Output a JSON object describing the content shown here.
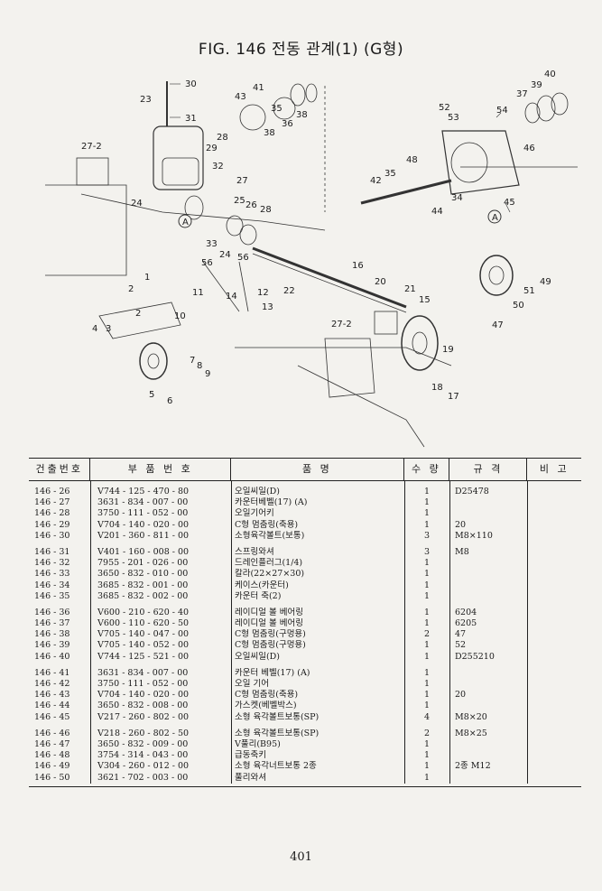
{
  "title": "FIG. 146 전동 관계(1) (G형)",
  "page_number": "401",
  "table": {
    "headers": [
      "건출번호",
      "부 품 번 호",
      "품 명",
      "수 량",
      "규 격",
      "비 고"
    ],
    "groups": [
      [
        {
          "no": "146 - 26",
          "part": "V744 - 125 - 470 - 80",
          "name": "오일씨일(D)",
          "qty": "1",
          "spec": "D25478",
          "note": ""
        },
        {
          "no": "146 - 27",
          "part": "3631 - 834 - 007 - 00",
          "name": "카운터베벨(17) (A)",
          "qty": "1",
          "spec": "",
          "note": ""
        },
        {
          "no": "146 - 28",
          "part": "3750 - 111 - 052 - 00",
          "name": "오일기어키",
          "qty": "1",
          "spec": "",
          "note": ""
        },
        {
          "no": "146 - 29",
          "part": "V704 - 140 - 020 - 00",
          "name": "C형 멈춤링(축용)",
          "qty": "1",
          "spec": "20",
          "note": ""
        },
        {
          "no": "146 - 30",
          "part": "V201 - 360 - 811 - 00",
          "name": "소형육각볼트(보통)",
          "qty": "3",
          "spec": "M8×110",
          "note": ""
        }
      ],
      [
        {
          "no": "146 - 31",
          "part": "V401 - 160 - 008 - 00",
          "name": "스프링와셔",
          "qty": "3",
          "spec": "M8",
          "note": ""
        },
        {
          "no": "146 - 32",
          "part": "7955 - 201 - 026 - 00",
          "name": "드레인플러그(1/4)",
          "qty": "1",
          "spec": "",
          "note": ""
        },
        {
          "no": "146 - 33",
          "part": "3650 - 832 - 010 - 00",
          "name": "칼라(22×27×30)",
          "qty": "1",
          "spec": "",
          "note": ""
        },
        {
          "no": "146 - 34",
          "part": "3685 - 832 - 001 - 00",
          "name": "케이스(카운터)",
          "qty": "1",
          "spec": "",
          "note": ""
        },
        {
          "no": "146 - 35",
          "part": "3685 - 832 - 002 - 00",
          "name": "카운터 축(2)",
          "qty": "1",
          "spec": "",
          "note": ""
        }
      ],
      [
        {
          "no": "146 - 36",
          "part": "V600 - 210 - 620 - 40",
          "name": "레이디얼 볼 베어링",
          "qty": "1",
          "spec": "6204",
          "note": ""
        },
        {
          "no": "146 - 37",
          "part": "V600 - 110 - 620 - 50",
          "name": "레이디얼 볼 베어링",
          "qty": "1",
          "spec": "6205",
          "note": ""
        },
        {
          "no": "146 - 38",
          "part": "V705 - 140 - 047 - 00",
          "name": "C형 멈춤링(구멍용)",
          "qty": "2",
          "spec": "47",
          "note": ""
        },
        {
          "no": "146 - 39",
          "part": "V705 - 140 - 052 - 00",
          "name": "C형 멈춤링(구멍용)",
          "qty": "1",
          "spec": "52",
          "note": ""
        },
        {
          "no": "146 - 40",
          "part": "V744 - 125 - 521 - 00",
          "name": "오일씨일(D)",
          "qty": "1",
          "spec": "D255210",
          "note": ""
        }
      ],
      [
        {
          "no": "146 - 41",
          "part": "3631 - 834 - 007 - 00",
          "name": "카운터 베벨(17) (A)",
          "qty": "1",
          "spec": "",
          "note": ""
        },
        {
          "no": "146 - 42",
          "part": "3750 - 111 - 052 - 00",
          "name": "오일 기어",
          "qty": "1",
          "spec": "",
          "note": ""
        },
        {
          "no": "146 - 43",
          "part": "V704 - 140 - 020 - 00",
          "name": "C형 멈춤링(축용)",
          "qty": "1",
          "spec": "20",
          "note": ""
        },
        {
          "no": "146 - 44",
          "part": "3650 - 832 - 008 - 00",
          "name": "가스켓(베벨박스)",
          "qty": "1",
          "spec": "",
          "note": ""
        },
        {
          "no": "146 - 45",
          "part": "V217 - 260 - 802 - 00",
          "name": "소형 육각볼트보통(SP)",
          "qty": "4",
          "spec": "M8×20",
          "note": ""
        }
      ],
      [
        {
          "no": "146 - 46",
          "part": "V218 - 260 - 802 - 50",
          "name": "소형 육각볼트보통(SP)",
          "qty": "2",
          "spec": "M8×25",
          "note": ""
        },
        {
          "no": "146 - 47",
          "part": "3650 - 832 - 009 - 00",
          "name": "V풀리(B95)",
          "qty": "1",
          "spec": "",
          "note": ""
        },
        {
          "no": "146 - 48",
          "part": "3754 - 314 - 043 - 00",
          "name": "급동축키",
          "qty": "1",
          "spec": "",
          "note": ""
        },
        {
          "no": "146 - 49",
          "part": "V304 - 260 - 012 - 00",
          "name": "소형 육각너트보통 2종",
          "qty": "1",
          "spec": "2종 M12",
          "note": ""
        },
        {
          "no": "146 - 50",
          "part": "3621 - 702 - 003 - 00",
          "name": "풀리와셔",
          "qty": "1",
          "spec": "",
          "note": ""
        }
      ]
    ]
  },
  "callouts": {
    "c30": "30",
    "c31": "31",
    "c23": "23",
    "c43": "43",
    "c41": "41",
    "c35a": "35",
    "c36": "36",
    "c38a": "38",
    "c38b": "38",
    "c40": "40",
    "c39": "39",
    "c37": "37",
    "c54": "54",
    "c52": "52",
    "c53": "53",
    "c46": "46",
    "c48": "48",
    "c35b": "35",
    "c42": "42",
    "c34": "34",
    "c44": "44",
    "c45": "45",
    "c272a": "27-2",
    "c29": "29",
    "c28a": "28",
    "c32": "32",
    "c27": "27",
    "c24a": "24",
    "c25": "25",
    "c26": "26",
    "c28b": "28",
    "c33": "33",
    "c24b": "24",
    "c56a": "56",
    "c56b": "56",
    "c11": "11",
    "c14": "14",
    "c12": "12",
    "c13": "13",
    "c22": "22",
    "c16": "16",
    "c20": "20",
    "c21": "21",
    "c15": "15",
    "c1": "1",
    "c2a": "2",
    "c2b": "2",
    "c4": "4",
    "c3": "3",
    "c10": "10",
    "c9": "9",
    "c8": "8",
    "c7": "7",
    "c5": "5",
    "c6": "6",
    "c272b": "27-2",
    "c19": "19",
    "c18": "18",
    "c17": "17",
    "c49": "49",
    "c51": "51",
    "c50": "50",
    "c47": "47",
    "markA1": "A",
    "markA2": "A"
  }
}
